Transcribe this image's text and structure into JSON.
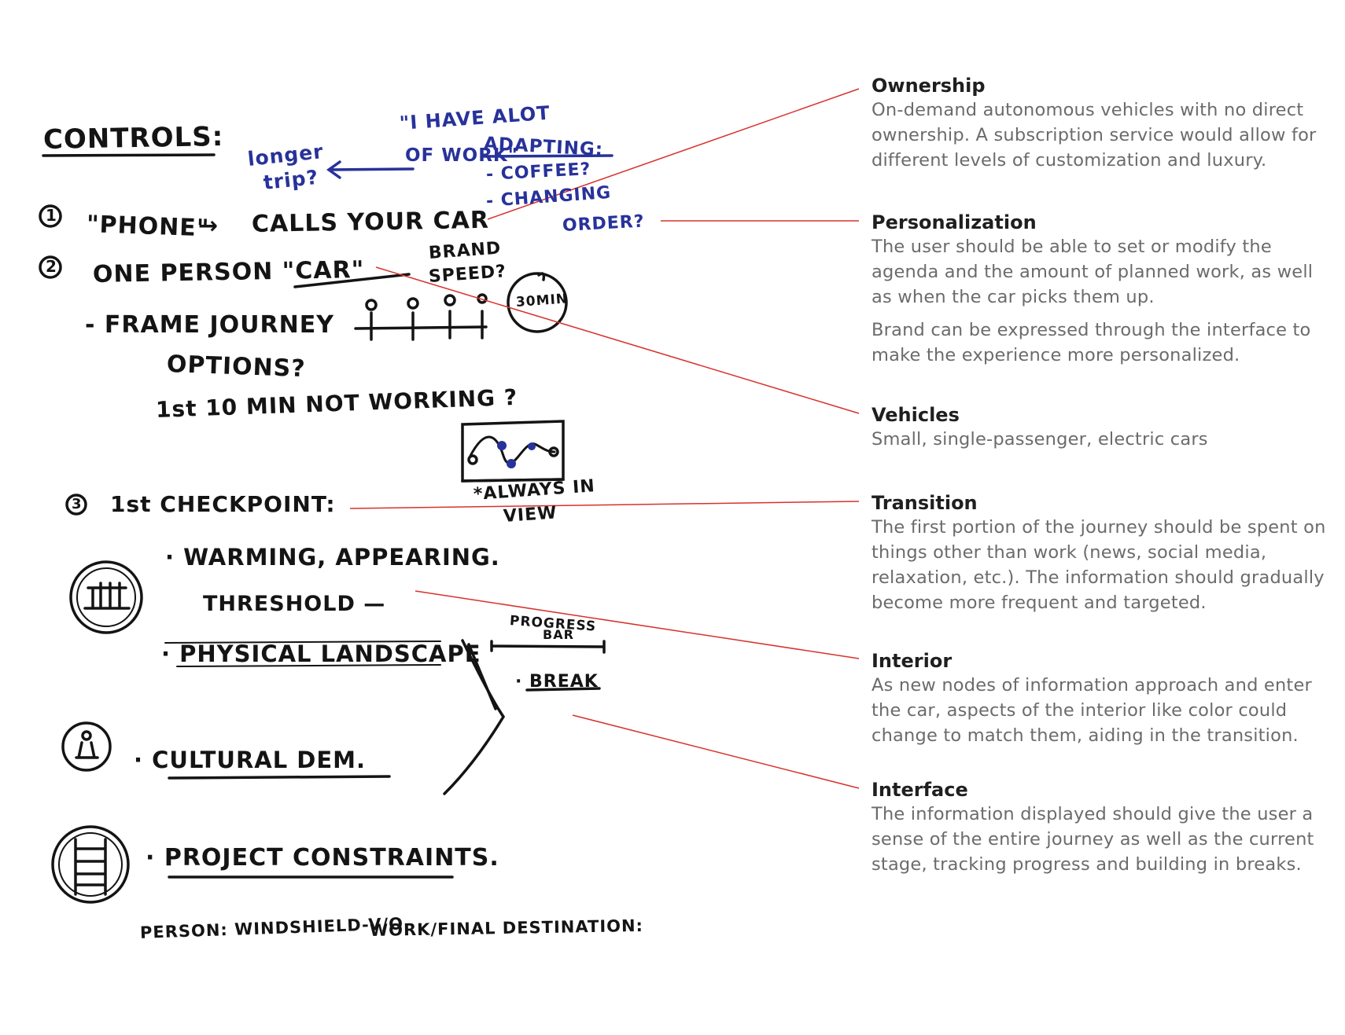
{
  "sketch": {
    "heading": "CONTROLS:",
    "blue_notes": {
      "quote": "\"I HAVE ALOT",
      "quote_2": "OF WORK\"",
      "adapting": "ADAPTING:",
      "coffee": "- COFFEE?",
      "changing": "- CHANGING",
      "order": "ORDER?",
      "longer": "longer",
      "trip": "trip?"
    },
    "items": {
      "num_1": "1",
      "phone": "\"PHONE\"",
      "calls": "CALLS YOUR CAR",
      "num_2": "2",
      "one_person": "ONE PERSON \"CAR\"",
      "brand": "BRAND",
      "speed": "SPEED?",
      "frame": "- FRAME JOURNEY",
      "options": "OPTIONS?",
      "first_10": "1st 10 MIN NOT WORKING ?",
      "thirty_min": "30MIN",
      "num_3": "3",
      "checkpoint": "1st CHECKPOINT:",
      "always": "*ALWAYS IN",
      "view": "VIEW",
      "warming": "· WARMING, APPEARING.",
      "threshold": "THRESHOLD —",
      "physical": "· PHYSICAL LANDSCAPE",
      "progress": "PROGRESS",
      "bar": "BAR",
      "break": "· BREAK",
      "cultural": "· CULTURAL DEM.",
      "constraints": "· PROJECT CONSTRAINTS.",
      "person": "PERSON: WINDSHIELD-V/O",
      "work": "WORK/FINAL DESTINATION:"
    }
  },
  "notes": [
    {
      "title": "Ownership",
      "body": [
        "On-demand autonomous vehicles with no direct ownership. A subscription service would allow for different levels of customization and luxury."
      ]
    },
    {
      "title": "Personalization",
      "body": [
        "The user should be able to set or modify the agenda and the amount of planned work, as well as when the car picks them up.",
        "Brand can be expressed through the interface to make the experience more personalized."
      ]
    },
    {
      "title": "Vehicles",
      "body": [
        "Small, single-passenger, electric cars"
      ]
    },
    {
      "title": "Transition",
      "body": [
        "The first portion of the journey should be spent on things other than work (news, social media, relaxation, etc.). The information should gradually become more frequent and targeted."
      ]
    },
    {
      "title": "Interior",
      "body": [
        "As new nodes of information approach and enter the car, aspects of the interior like color could change to match them, aiding in the transition."
      ]
    },
    {
      "title": "Interface",
      "body": [
        "The information displayed should give the user a sense of the entire journey as well as the current stage, tracking progress and building in breaks."
      ]
    }
  ],
  "colors": {
    "ink": "#141414",
    "blue_ink": "#27329a",
    "leader": "#d8322c",
    "title": "#1f1f1f",
    "body": "#6b6b6b"
  }
}
